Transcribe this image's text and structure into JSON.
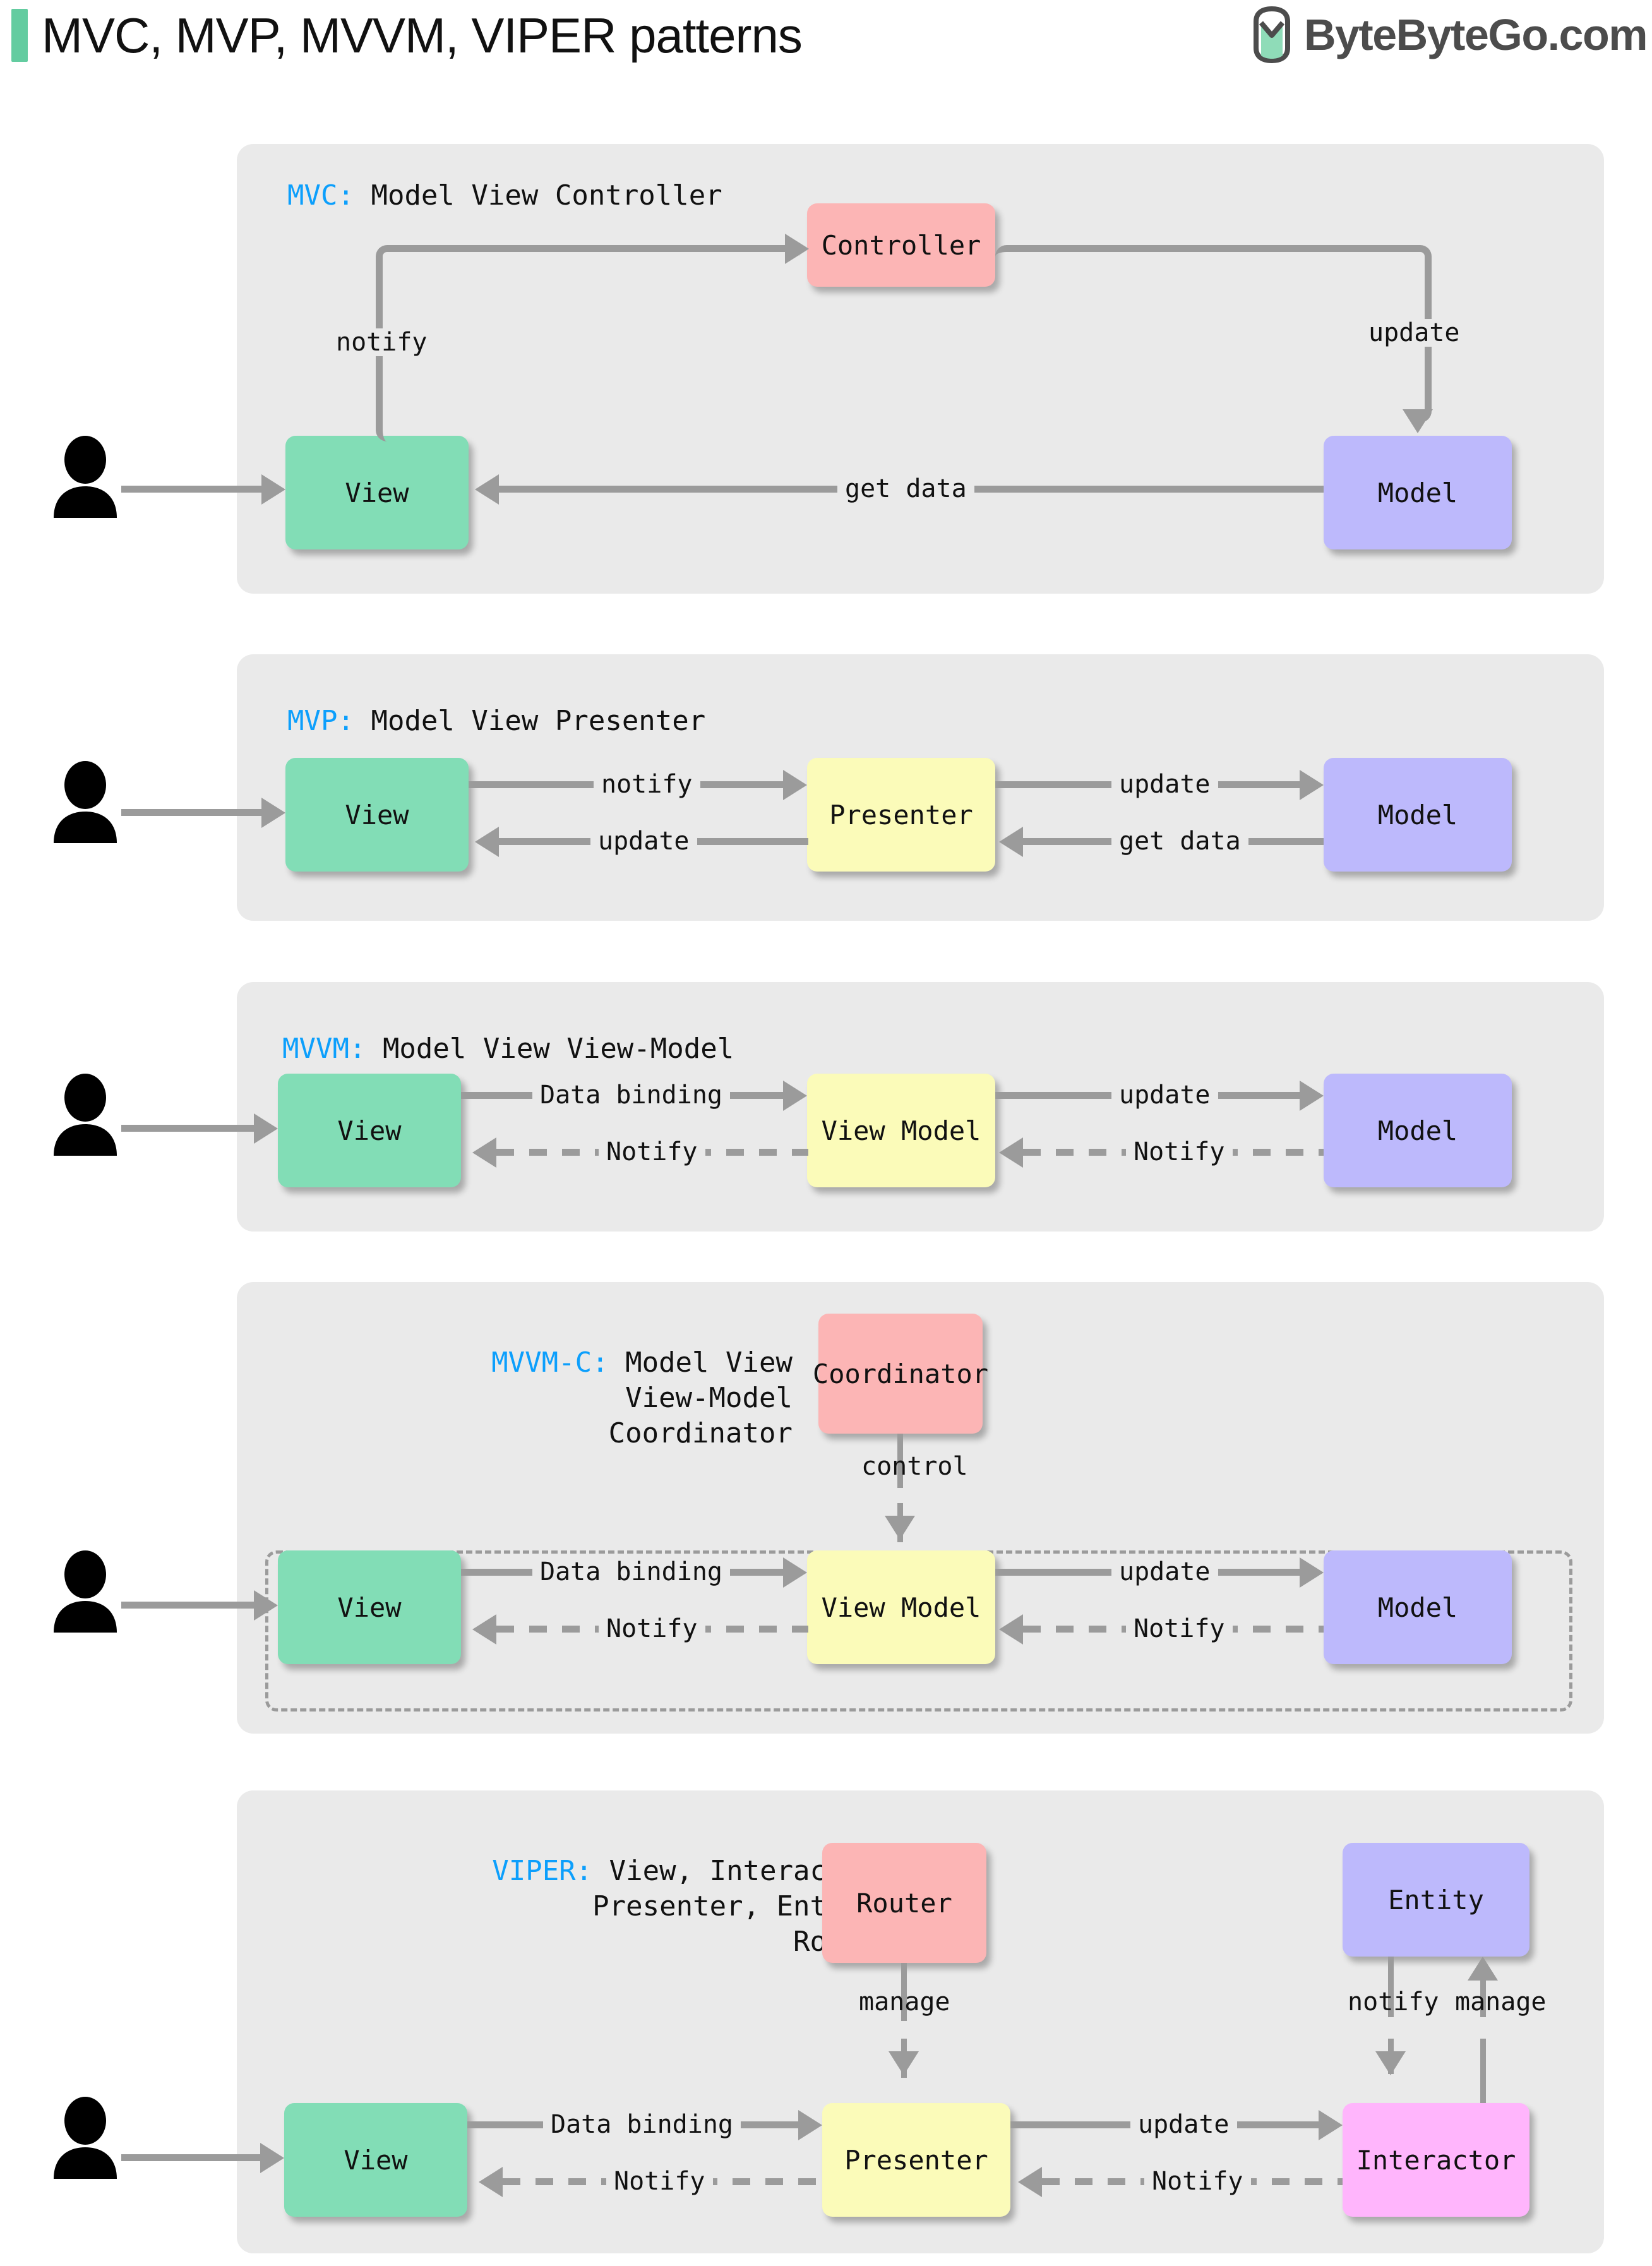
{
  "header": {
    "title": "MVC, MVP, MVVM, VIPER patterns",
    "brand": "ByteByteGo.com",
    "accent_color": "#63cca0"
  },
  "colors": {
    "panel_bg": "#eaeaea",
    "view": "#82ddb6",
    "model": "#bdb9fc",
    "controller": "#fcb5b5",
    "presenter": "#fbfbb9",
    "interactor": "#ffb5fc",
    "arrow": "#9b9b9b",
    "key_label": "#0c9ffc"
  },
  "sections": {
    "mvc": {
      "key": "MVC:",
      "title": " Model View Controller",
      "nodes": {
        "view": "View",
        "controller": "Controller",
        "model": "Model"
      },
      "edges": {
        "notify": "notify",
        "update": "update",
        "get_data": "get data"
      }
    },
    "mvp": {
      "key": "MVP:",
      "title": " Model View Presenter",
      "nodes": {
        "view": "View",
        "presenter": "Presenter",
        "model": "Model"
      },
      "edges": {
        "notify": "notify",
        "update_left": "update",
        "update_right": "update",
        "get_data": "get data"
      }
    },
    "mvvm": {
      "key": "MVVM:",
      "title": " Model View View-Model",
      "nodes": {
        "view": "View",
        "view_model": "View Model",
        "model": "Model"
      },
      "edges": {
        "data_binding": "Data binding",
        "notify_left": "Notify",
        "update": "update",
        "notify_right": "Notify"
      }
    },
    "mvvmc": {
      "key": "MVVM-C:",
      "title_line1": " Model View",
      "title_line2": "View-Model",
      "title_line3": "Coordinator",
      "nodes": {
        "coordinator": "Coordinator",
        "view": "View",
        "view_model": "View Model",
        "model": "Model"
      },
      "edges": {
        "control": "control",
        "data_binding": "Data binding",
        "notify_left": "Notify",
        "update": "update",
        "notify_right": "Notify"
      }
    },
    "viper": {
      "key": "VIPER:",
      "title_line1": " View, Interactor,",
      "title_line2": "Presenter, Entity,",
      "title_line3": "Router",
      "nodes": {
        "router": "Router",
        "entity": "Entity",
        "view": "View",
        "presenter": "Presenter",
        "interactor": "Interactor"
      },
      "edges": {
        "manage_router": "manage",
        "notify_entity": "notify",
        "manage_entity": "manage",
        "data_binding": "Data binding",
        "notify_left": "Notify",
        "update": "update",
        "notify_right": "Notify"
      }
    }
  }
}
